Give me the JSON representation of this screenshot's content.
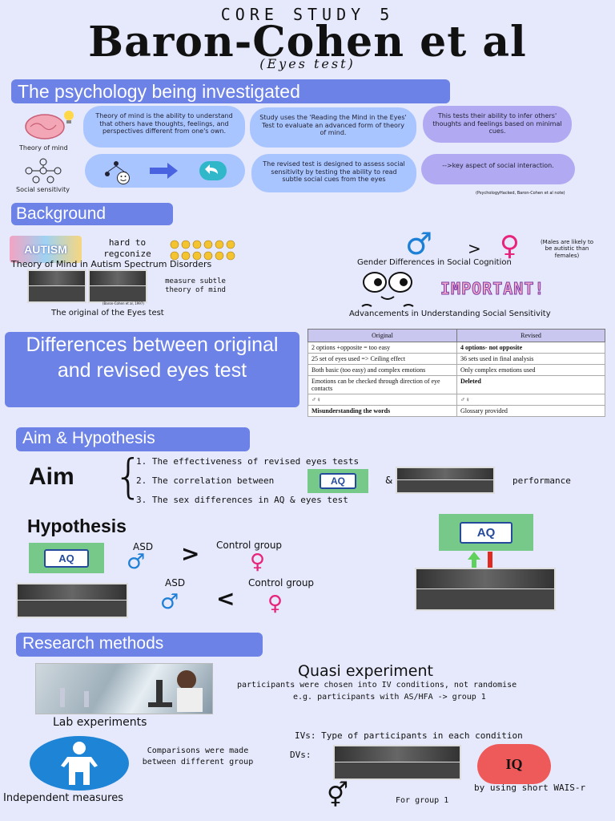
{
  "header": {
    "subtitle": "CORE STUDY 5",
    "title": "Baron-Cohen et al",
    "note": "(Eyes test)"
  },
  "psychology": {
    "banner": "The psychology being investigated",
    "theory_of_mind_label": "Theory of mind",
    "social_sensitivity_label": "Social sensitivity",
    "bubbles": [
      "Theory of mind is the ability to understand that others have thoughts, feelings, and perspectives different from one's own.",
      "Study uses the 'Reading the Mind in the Eyes' Test to evaluate an advanced form of theory of mind.",
      "This tests their ability to infer others' thoughts and feelings based on minimal cues.",
      "The revised test is designed to assess social sensitivity by testing the ability to read subtle social cues from the eyes",
      "-->key aspect of social interaction."
    ],
    "source": "(PsychologyHacked, Baron-Cohen et al note)"
  },
  "background": {
    "banner": "Background",
    "autism_word": "AUTISM",
    "hard_text": "hard to regconize",
    "tom_asd": "Theory of Mind in Autism Spectrum Disorders",
    "measure_text": "measure subtle theory of mind",
    "original_label": "The original of the Eyes test",
    "citation": "(Baron-Cohen et al, 1997)",
    "males_note": "(Males are likely to be autistic than females)",
    "gender_label": "Gender Differences in Social Cognition",
    "important": "IMPORTANT!",
    "advancements": "Advancements in Understanding Social Sensitivity",
    "greater_than": ">"
  },
  "differences": {
    "banner": "Differences between original and revised eyes test",
    "headers": [
      "Original",
      "Revised"
    ],
    "rows": [
      [
        "2 options +opposite = too easy",
        "4 options- not opposite"
      ],
      [
        "25 set of eyes used => Ceiling effect",
        "36 sets used in final analysis"
      ],
      [
        "Both basic (too easy) and complex emotions",
        "Only complex emotions used"
      ],
      [
        "Emotions can be checked through direction of eye contacts",
        "Deleted"
      ],
      [
        "♂♀",
        "♂♀"
      ],
      [
        "Misunderstanding the words",
        "Glossary provided"
      ]
    ]
  },
  "aim_hypothesis": {
    "banner": "Aim & Hypothesis",
    "aim_label": "Aim",
    "aims": [
      "1.  The effectiveness of revised eyes tests",
      "2.  The correlation between",
      "3.  The sex differences in AQ & eyes test"
    ],
    "ampersand": "&",
    "performance": "performance",
    "hypothesis_label": "Hypothesis",
    "asd": "ASD",
    "control": "Control group",
    "greater": ">",
    "less": "<",
    "aq": "AQ"
  },
  "research": {
    "banner": "Research methods",
    "lab": "Lab experiments",
    "quasi_title": "Quasi experiment",
    "quasi_desc_1": "participants were chosen into IV conditions, not randomise",
    "quasi_desc_2": "e.g. participants with AS/HFA -> group 1",
    "comparisons": "Comparisons were made between different group",
    "independent": "Independent measures",
    "ivs": "IVs: Type of participants in each condition",
    "dvs": "DVs:",
    "iq": "IQ",
    "wais": "by using short WAIS-r",
    "for_group": "For group 1"
  },
  "colors": {
    "banner": "#6c82e6",
    "bubble_blue": "#a9c5ff",
    "bubble_lavender": "#b1aaf2",
    "male": "#1e7fd6",
    "female": "#e8237c",
    "aq_green": "#76c989"
  }
}
